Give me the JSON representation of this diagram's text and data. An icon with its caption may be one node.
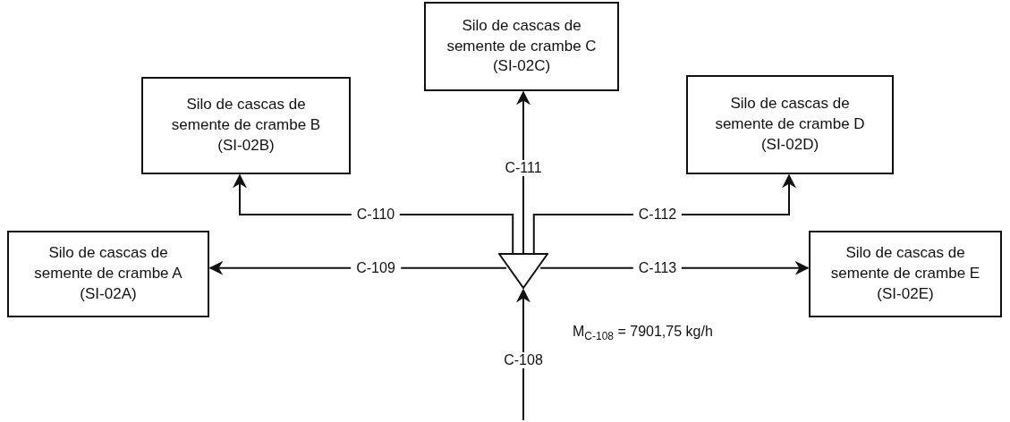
{
  "diagram": {
    "nodes": [
      {
        "text": [
          "Silo de cascas de semente de crambe A (SI-02A)"
        ]
      },
      {
        "text": [
          "Silo de cascas de semente de crambe B (SI-02B)"
        ]
      },
      {
        "text": [
          "Silo de cascas de semente de crambe C (SI-02C)"
        ]
      },
      {
        "text": [
          "Silo de cascas de semente de crambe D (SI-02D)"
        ]
      },
      {
        "text": [
          "Silo de cascas de semente de crambe E (SI-02E)"
        ]
      },
      {
        "text": [],
        "shape": "triangle"
      }
    ],
    "edges": [
      {
        "from": null,
        "to": 5,
        "arrow": "to",
        "label": "C-108"
      },
      {
        "from": 5,
        "to": 0,
        "arrow": "to",
        "label": "C-109"
      },
      {
        "from": 5,
        "to": 1,
        "arrow": "to",
        "label": "C-110"
      },
      {
        "from": 5,
        "to": 2,
        "arrow": "to",
        "label": "C-111"
      },
      {
        "from": 5,
        "to": 3,
        "arrow": "to",
        "label": "C-112"
      },
      {
        "from": 5,
        "to": 4,
        "arrow": "to",
        "label": "C-113"
      }
    ],
    "labels": [
      "M$_{C-108}$ = 7901,75 kg/h"
    ]
  }
}
